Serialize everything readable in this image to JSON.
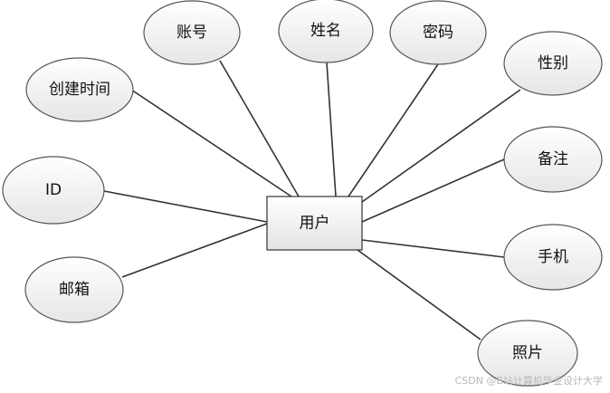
{
  "entity": {
    "label": "用户"
  },
  "attributes": [
    {
      "id": "account",
      "label": "账号"
    },
    {
      "id": "name",
      "label": "姓名"
    },
    {
      "id": "password",
      "label": "密码"
    },
    {
      "id": "create-time",
      "label": "创建时间"
    },
    {
      "id": "gender",
      "label": "性别"
    },
    {
      "id": "remark",
      "label": "备注"
    },
    {
      "id": "id",
      "label": "ID"
    },
    {
      "id": "phone",
      "label": "手机"
    },
    {
      "id": "email",
      "label": "邮箱"
    },
    {
      "id": "photo",
      "label": "照片"
    }
  ],
  "watermark": "CSDN @B站计算机毕业设计大学"
}
